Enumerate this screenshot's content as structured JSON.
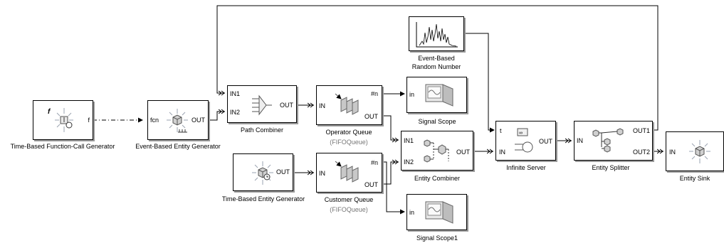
{
  "blocks": {
    "fc_gen": {
      "label": "Time-Based Function-Call Generator",
      "ports": {
        "out": "f"
      }
    },
    "eb_gen": {
      "label": "Event-Based Entity Generator",
      "ports": {
        "in": "fcn",
        "out": "OUT"
      }
    },
    "path_comb": {
      "label": "Path Combiner",
      "ports": {
        "in1": "IN1",
        "in2": "IN2",
        "out": "OUT"
      }
    },
    "op_queue": {
      "label": "Operator Queue",
      "sublabel": "(FIFOQueue)",
      "ports": {
        "in": "IN",
        "n": "#n",
        "out": "OUT"
      }
    },
    "sig_scope": {
      "label": "Signal Scope",
      "ports": {
        "in": "in"
      }
    },
    "rand_num": {
      "label": "Event-Based",
      "label2": "Random Number"
    },
    "tb_gen": {
      "label": "Time-Based Entity Generator",
      "ports": {
        "out": "OUT"
      }
    },
    "cust_queue": {
      "label": "Customer Queue",
      "sublabel": "(FIFOQueue)",
      "ports": {
        "in": "IN",
        "n": "#n",
        "out": "OUT"
      }
    },
    "sig_scope1": {
      "label": "Signal Scope1",
      "ports": {
        "in": "in"
      }
    },
    "ent_comb": {
      "label": "Entity Combiner",
      "ports": {
        "in1": "IN1",
        "in2": "IN2",
        "out": "OUT"
      }
    },
    "inf_server": {
      "label": "Infinite Server",
      "ports": {
        "t": "t",
        "in": "IN",
        "out": "OUT"
      }
    },
    "ent_split": {
      "label": "Entity Splitter",
      "ports": {
        "in": "IN",
        "out1": "OUT1",
        "out2": "OUT2"
      }
    },
    "ent_sink": {
      "label": "Entity Sink",
      "ports": {
        "in": "IN"
      }
    }
  }
}
